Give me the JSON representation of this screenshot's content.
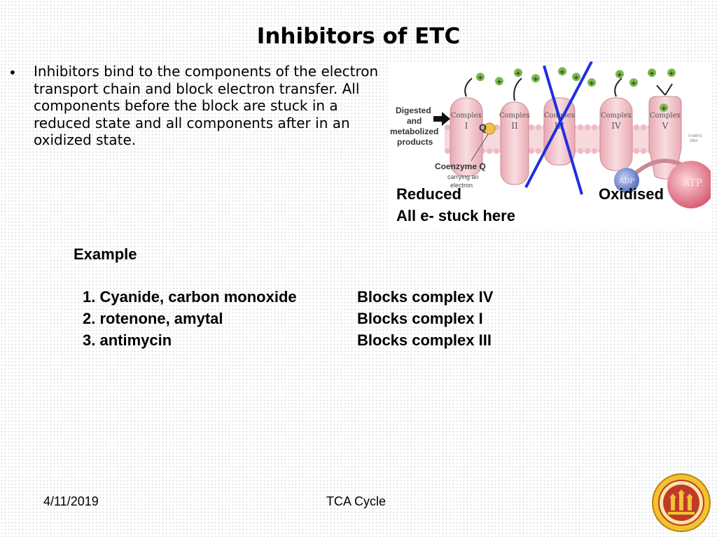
{
  "slide": {
    "title": "Inhibitors of ETC",
    "bullet": "Inhibitors bind to the components of the electron transport chain and block electron transfer. All components before the block are stuck in a reduced state and all components after in an oxidized state.",
    "colors": {
      "cross": "#1f2fe0",
      "membrane": "#f2c6cc",
      "atp": "#e07a8a",
      "adp": "#6b83c9"
    }
  },
  "diagram": {
    "input_label": [
      "Digested",
      "and",
      "metabolized",
      "products"
    ],
    "complexes": [
      {
        "name": "Complex",
        "num": "I"
      },
      {
        "name": "Complex",
        "num": "II"
      },
      {
        "name": "Complex",
        "num": "III"
      },
      {
        "name": "Complex",
        "num": "IV"
      },
      {
        "name": "Complex",
        "num": "V"
      }
    ],
    "q_label": "Q",
    "coenzyme_label": "Coenzyme Q",
    "coenzyme_sub": [
      "carrying an",
      "electron"
    ],
    "adp_label": "ADP",
    "atp_label": "ATP",
    "credit": [
      "© MAYO",
      "2004"
    ],
    "reduced_label": "Reduced",
    "oxidised_label": "Oxidised",
    "stuck_label": "All e- stuck here"
  },
  "examples": {
    "heading": "Example",
    "rows": [
      {
        "inhibitor": "1. Cyanide, carbon monoxide",
        "effect": "Blocks complex IV"
      },
      {
        "inhibitor": "2. rotenone, amytal",
        "effect": "Blocks complex I"
      },
      {
        "inhibitor": "3. antimycin",
        "effect": "Blocks complex III"
      }
    ]
  },
  "footer": {
    "date": "4/11/2019",
    "title": "TCA Cycle"
  },
  "logo": {
    "name": "university-seal-icon"
  }
}
